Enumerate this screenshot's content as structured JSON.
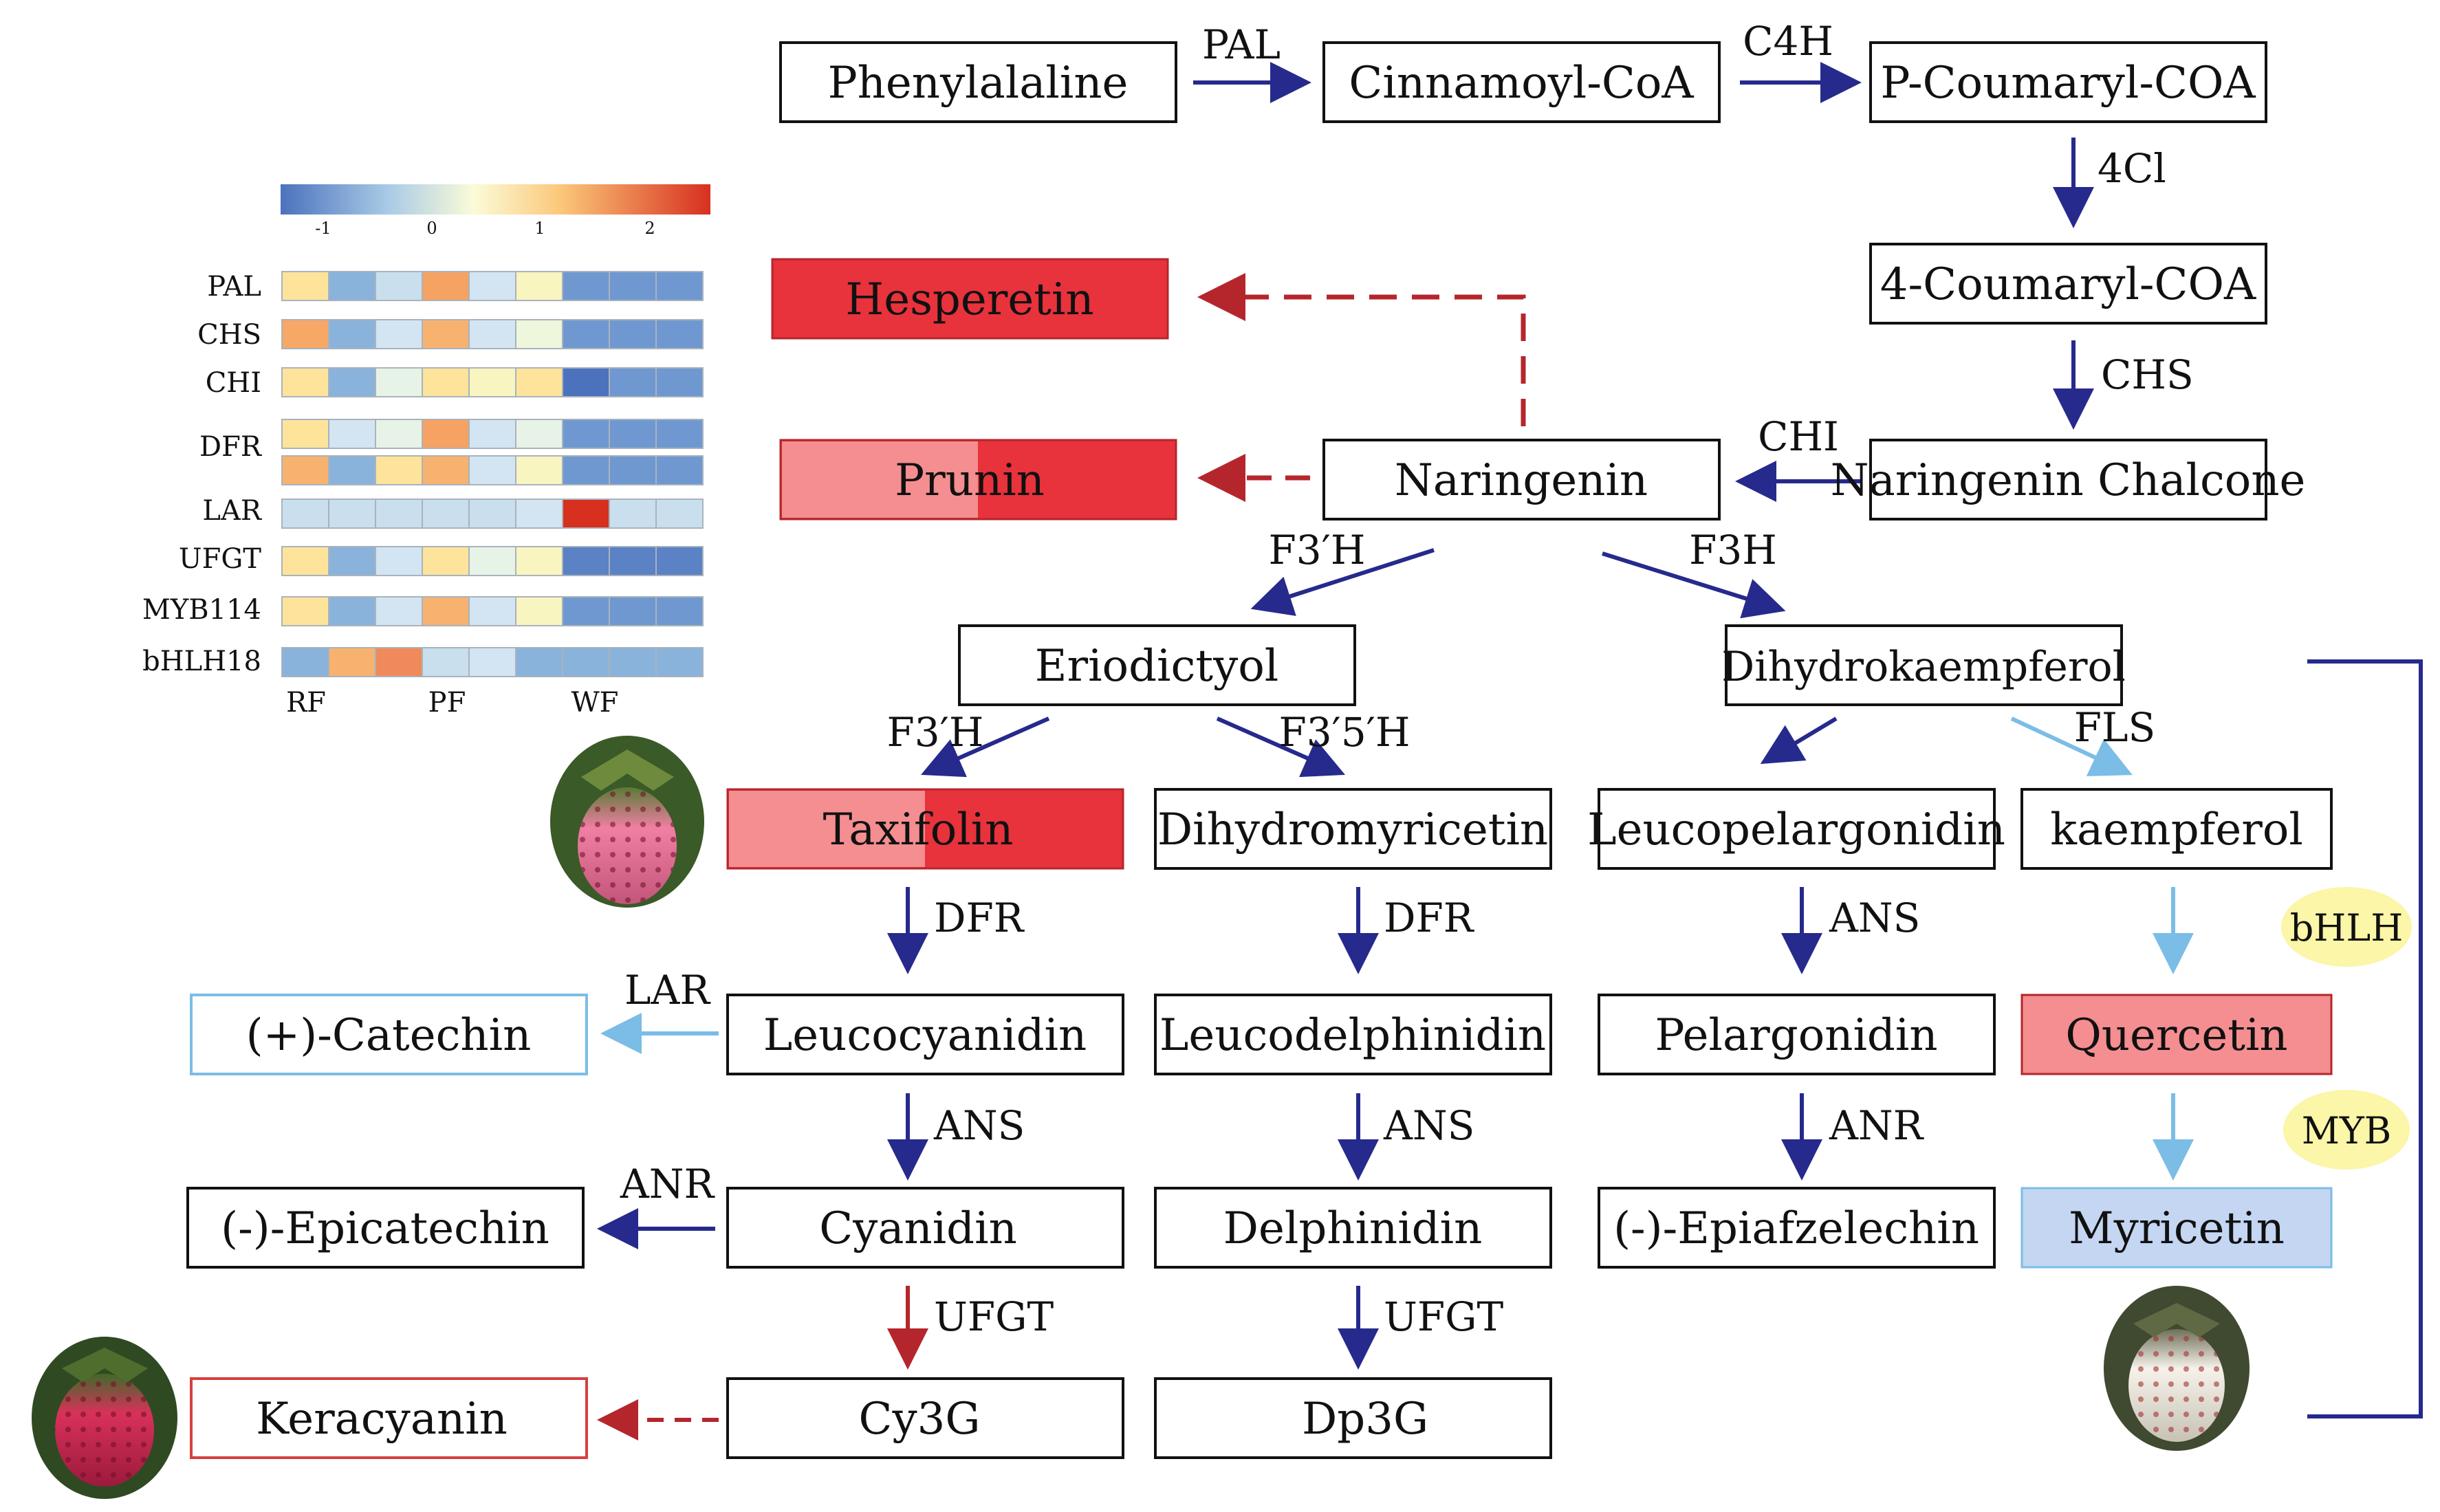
{
  "colors": {
    "navy_arrow": "#262a8c",
    "light_arrow": "#7bbde6",
    "red_arrow": "#b5262c",
    "box_red": "#e8323c",
    "box_pink": "#f48e90",
    "box_blue_fill": "#c4d6f2",
    "box_light_blue_border": "#7bbde6",
    "tf_oval": "#fbf6a8"
  },
  "nodes": {
    "phenylalaline": "Phenylalaline",
    "cinnamoyl_coa": "Cinnamoyl-CoA",
    "p_coumaryl_coa": "P-Coumaryl-COA",
    "four_coumaryl_coa": "4-Coumaryl-COA",
    "naringenin_chalcone": "Naringenin Chalcone",
    "naringenin": "Naringenin",
    "hesperetin": "Hesperetin",
    "prunin": "Prunin",
    "eriodictyol": "Eriodictyol",
    "dihydrokaempferol": "Dihydrokaempferol",
    "taxifolin": "Taxifolin",
    "dihydromyricetin": "Dihydromyricetin",
    "leucopelargonidin": "Leucopelargonidin",
    "kaempferol": "kaempferol",
    "catechin": "(+)-Catechin",
    "leucocyanidin": "Leucocyanidin",
    "leucodelphinidin": "Leucodelphinidin",
    "pelargonidin": "Pelargonidin",
    "quercetin": "Quercetin",
    "epicatechin": "(-)-Epicatechin",
    "cyanidin": "Cyanidin",
    "delphinidin": "Delphinidin",
    "epiafzelechin": "(-)-Epiafzelechin",
    "myricetin": "Myricetin",
    "keracyanin": "Keracyanin",
    "cy3g": "Cy3G",
    "dp3g": "Dp3G"
  },
  "enzymes": {
    "pal": "PAL",
    "c4h": "C4H",
    "fourcl": "4Cl",
    "chs": "CHS",
    "chi": "CHI",
    "f3ph_left": "F3′H",
    "f3h": "F3H",
    "f3ph_lower": "F3′H",
    "f35h": "F3′5′H",
    "fls": "FLS",
    "dfr_1": "DFR",
    "dfr_2": "DFR",
    "ans_1": "ANS",
    "ans_2": "ANS",
    "ans_3": "ANS",
    "anr_1": "ANR",
    "anr_2": "ANR",
    "lar": "LAR",
    "ufgt_1": "UFGT",
    "ufgt_2": "UFGT"
  },
  "tfs": {
    "bhlh": "bHLH",
    "myb": "MYB"
  },
  "heatmap": {
    "scale_ticks": [
      "-1",
      "0",
      "1",
      "2"
    ],
    "genes": [
      "PAL",
      "CHS",
      "CHI",
      "DFR",
      "LAR",
      "UFGT",
      "MYB114",
      "bHLH18"
    ],
    "groups": [
      "RF",
      "PF",
      "WF"
    ],
    "colors": [
      [
        "#fde49a",
        "#8ab3dc",
        "#c9dfee",
        "#f5a262",
        "#d3e5f2",
        "#f9f5c0",
        "#6f98d0",
        "#6f98d0",
        "#6f98d0"
      ],
      [
        "#f7a766",
        "#8ab3dc",
        "#d3e5f2",
        "#f7b270",
        "#d3e5f2",
        "#eef7dc",
        "#6f98d0",
        "#6f98d0",
        "#6f98d0"
      ],
      [
        "#fde49a",
        "#8ab3dc",
        "#e8f3e8",
        "#fde49a",
        "#f9f5c0",
        "#fde49a",
        "#4c72bd",
        "#6f98d0",
        "#6f98d0"
      ],
      [
        "#fde49a",
        "#d3e5f2",
        "#e8f3e8",
        "#f5a262",
        "#d3e5f2",
        "#e8f3e8",
        "#6f98d0",
        "#6f98d0",
        "#6f98d0"
      ],
      [
        "#f7b270",
        "#8ab3dc",
        "#fde49a",
        "#f7b270",
        "#d3e5f2",
        "#f9f5c0",
        "#6f98d0",
        "#6f98d0",
        "#6f98d0"
      ],
      [
        "#c9dfee",
        "#c9dfee",
        "#c9dfee",
        "#c9dfee",
        "#c9dfee",
        "#d3e5f2",
        "#d7301f",
        "#c9dfee",
        "#c9dfee"
      ],
      [
        "#fde49a",
        "#8ab3dc",
        "#d3e5f2",
        "#fde49a",
        "#e8f3e8",
        "#f9f5c0",
        "#5a82c4",
        "#5a82c4",
        "#5a82c4"
      ],
      [
        "#fde49a",
        "#8ab3dc",
        "#d3e5f2",
        "#f7b270",
        "#d3e5f2",
        "#f9f5c0",
        "#6f98d0",
        "#6f98d0",
        "#6f98d0"
      ],
      [
        "#8ab3dc",
        "#f7b270",
        "#f08a5a",
        "#c9dfee",
        "#d3e5f2",
        "#8ab3dc",
        "#8ab3dc",
        "#8ab3dc",
        "#8ab3dc"
      ]
    ]
  }
}
